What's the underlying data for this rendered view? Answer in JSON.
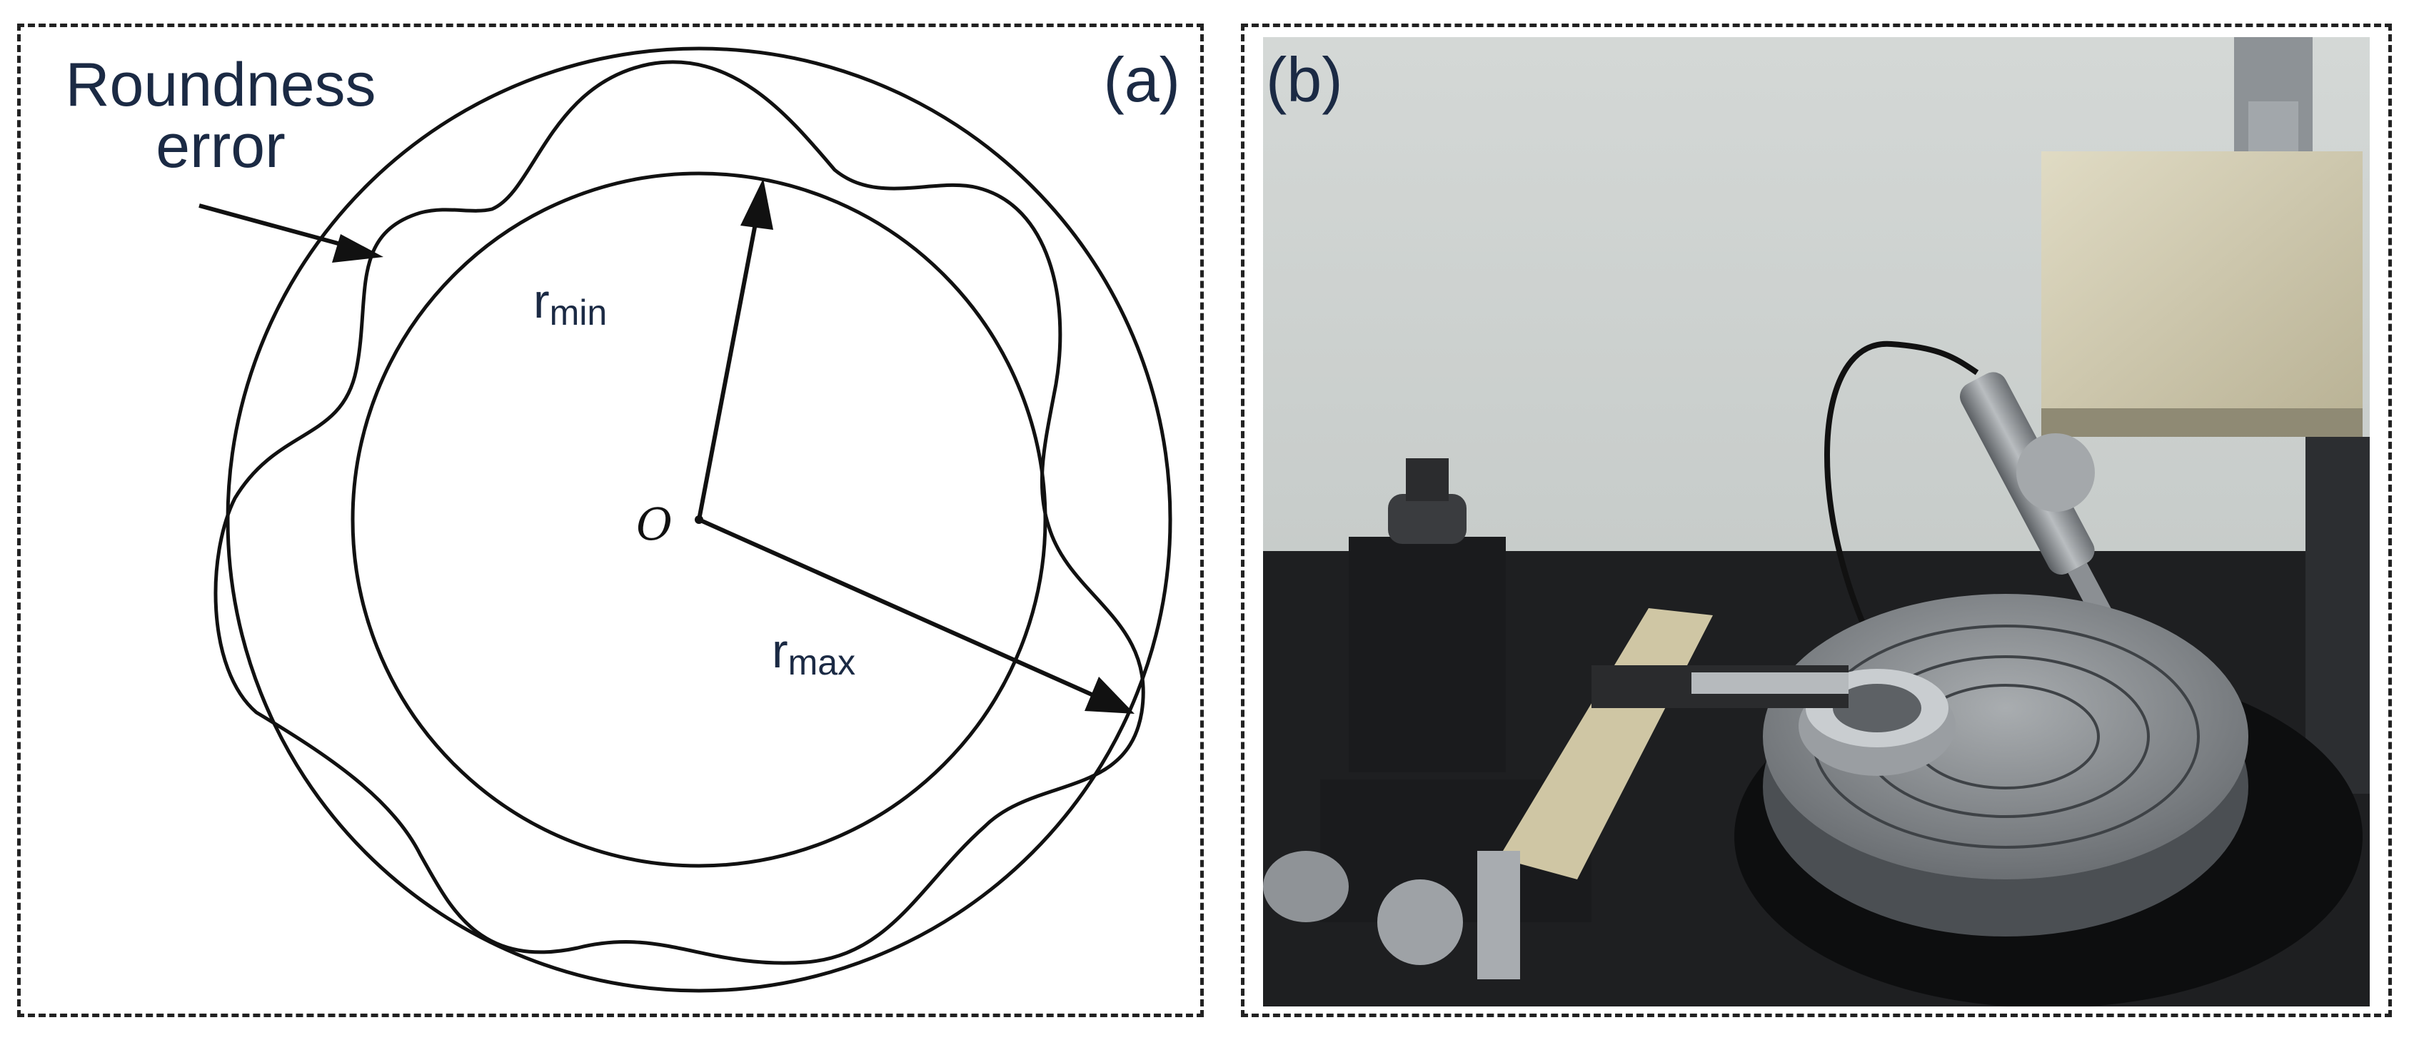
{
  "panel_a": {
    "label": "(a)",
    "annotation": {
      "line1": "Roundness",
      "line2": "error"
    },
    "r_min": {
      "base": "r",
      "sub": "min"
    },
    "r_max": {
      "base": "r",
      "sub": "max"
    },
    "origin": "O",
    "colors": {
      "stroke": "#111111",
      "text": "#1b2a44"
    }
  },
  "panel_b": {
    "label": "(b)",
    "photo_description_icon": "roundness-measuring-instrument-photo"
  }
}
